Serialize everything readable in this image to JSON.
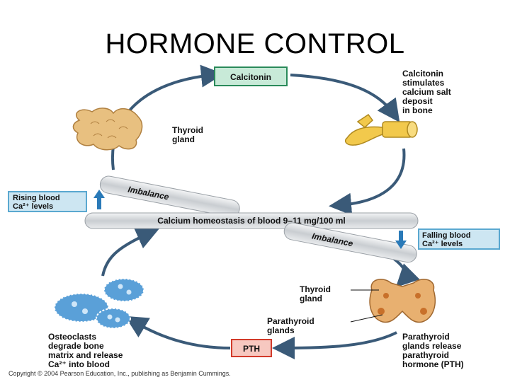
{
  "title": "HORMONE CONTROL",
  "boxes": {
    "calcitonin": "Calcitonin",
    "pth": "PTH",
    "rising_line1": "Rising blood",
    "rising_line2": "Ca²⁺ levels",
    "falling_line1": "Falling blood",
    "falling_line2": "Ca²⁺ levels"
  },
  "labels": {
    "calcitonin_effect": [
      "Calcitonin",
      "stimulates",
      "calcium salt",
      "deposit",
      "in bone"
    ],
    "thyroid_top": [
      "Thyroid",
      "gland"
    ],
    "thyroid_bottom": [
      "Thyroid",
      "gland"
    ],
    "parathyroid_glands": [
      "Parathyroid",
      "glands"
    ],
    "osteoclasts": [
      "Osteoclasts",
      "degrade bone",
      "matrix and release",
      "Ca²⁺ into blood"
    ],
    "pth_release": [
      "Parathyroid",
      "glands release",
      "parathyroid",
      "hormone (PTH)"
    ],
    "imbalance_upper": "Imbalance",
    "imbalance_lower": "Imbalance",
    "homeostasis": "Calcium homeostasis of blood 9–11 mg/100 ml"
  },
  "copyright": "Copyright © 2004 Pearson Education, Inc., publishing as Benjamin Cummings.",
  "colors": {
    "arrow": "#3a5a78",
    "calcitonin_fill": "#c8ead8",
    "calcitonin_stroke": "#2a8a5a",
    "pth_fill": "#f7c8c0",
    "pth_stroke": "#d23a2a",
    "level_fill": "#cde6f2",
    "level_stroke": "#5aa8d0",
    "up_arrow": "#2a7ab8",
    "bar": "#d9dde0",
    "thyroid": "#e8c080",
    "bone": "#f2c94c",
    "osteoclast": "#5aa0d8"
  }
}
